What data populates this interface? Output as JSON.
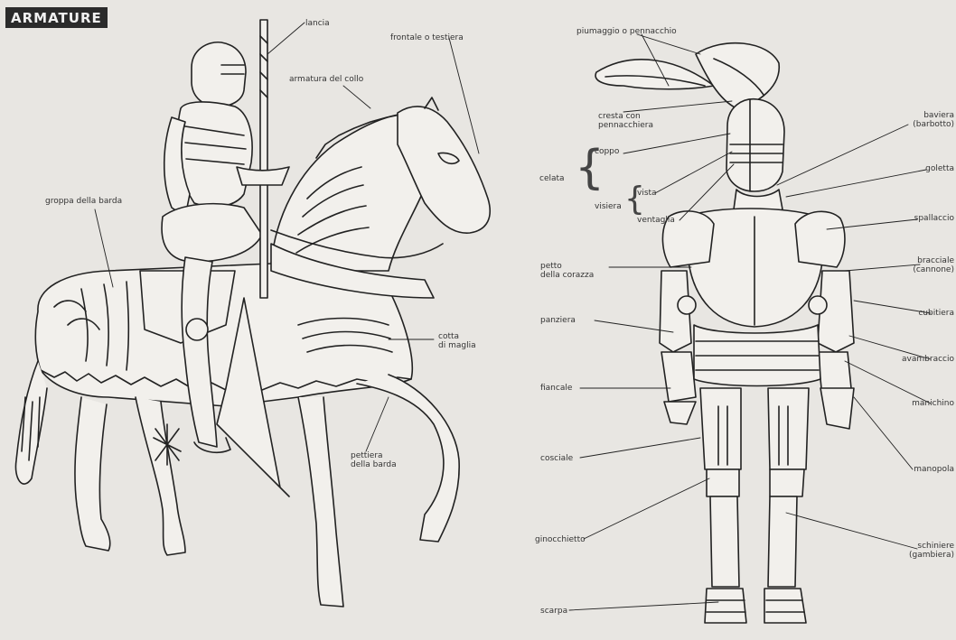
{
  "title": "ARMATURE",
  "labels": {
    "lancia": "lancia",
    "frontale": "frontale o testiera",
    "armatura_collo": "armatura del collo",
    "groppa": "groppa della barda",
    "cotta": "cotta\ndi maglia",
    "pettiera": "pettiera\ndella barda",
    "piumaggio": "piumaggio o pennacchio",
    "cresta": "cresta con\npennacchiera",
    "coppo": "coppo",
    "celata": "celata",
    "visiera": "visiera",
    "vista": "vista",
    "ventaglia": "ventaglia",
    "petto": "petto\ndella corazza",
    "panziera": "panziera",
    "fiancale": "fiancale",
    "cosciale": "cosciale",
    "ginocchietto": "ginocchietto",
    "scarpa": "scarpa",
    "baviera": "baviera\n(barbotto)",
    "goletta": "goletta",
    "spallaccio": "spallaccio",
    "bracciale": "bracciale\n(cannone)",
    "cubitiera": "cubitiera",
    "avambraccio": "avambraccio",
    "manichino": "manichino",
    "manopola": "manopola",
    "schiniere": "schiniere\n(gambiera)"
  }
}
